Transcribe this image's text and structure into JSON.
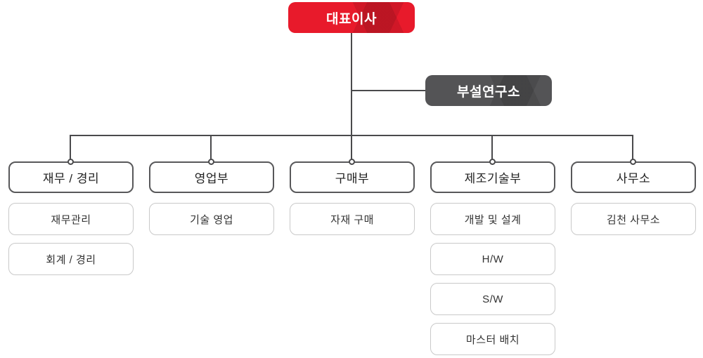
{
  "org": {
    "root": {
      "label": "대표이사"
    },
    "research": {
      "label": "부설연구소"
    },
    "departments": [
      {
        "label": "재무 / 경리",
        "children": [
          "재무관리",
          "회계 / 경리"
        ]
      },
      {
        "label": "영업부",
        "children": [
          "기술 영업"
        ]
      },
      {
        "label": "구매부",
        "children": [
          "자재 구매"
        ]
      },
      {
        "label": "제조기술부",
        "children": [
          "개발 및 설계",
          "H/W",
          "S/W",
          "마스터 배치"
        ]
      },
      {
        "label": "사무소",
        "children": [
          "김천 사무소"
        ]
      }
    ]
  },
  "colors": {
    "root_bg": "#e81a2b",
    "research_bg": "#545456",
    "line": "#4a4a4c",
    "header_border": "#58585a",
    "child_border": "#c9c9c9",
    "header_text": "#222222",
    "child_text": "#333333"
  }
}
